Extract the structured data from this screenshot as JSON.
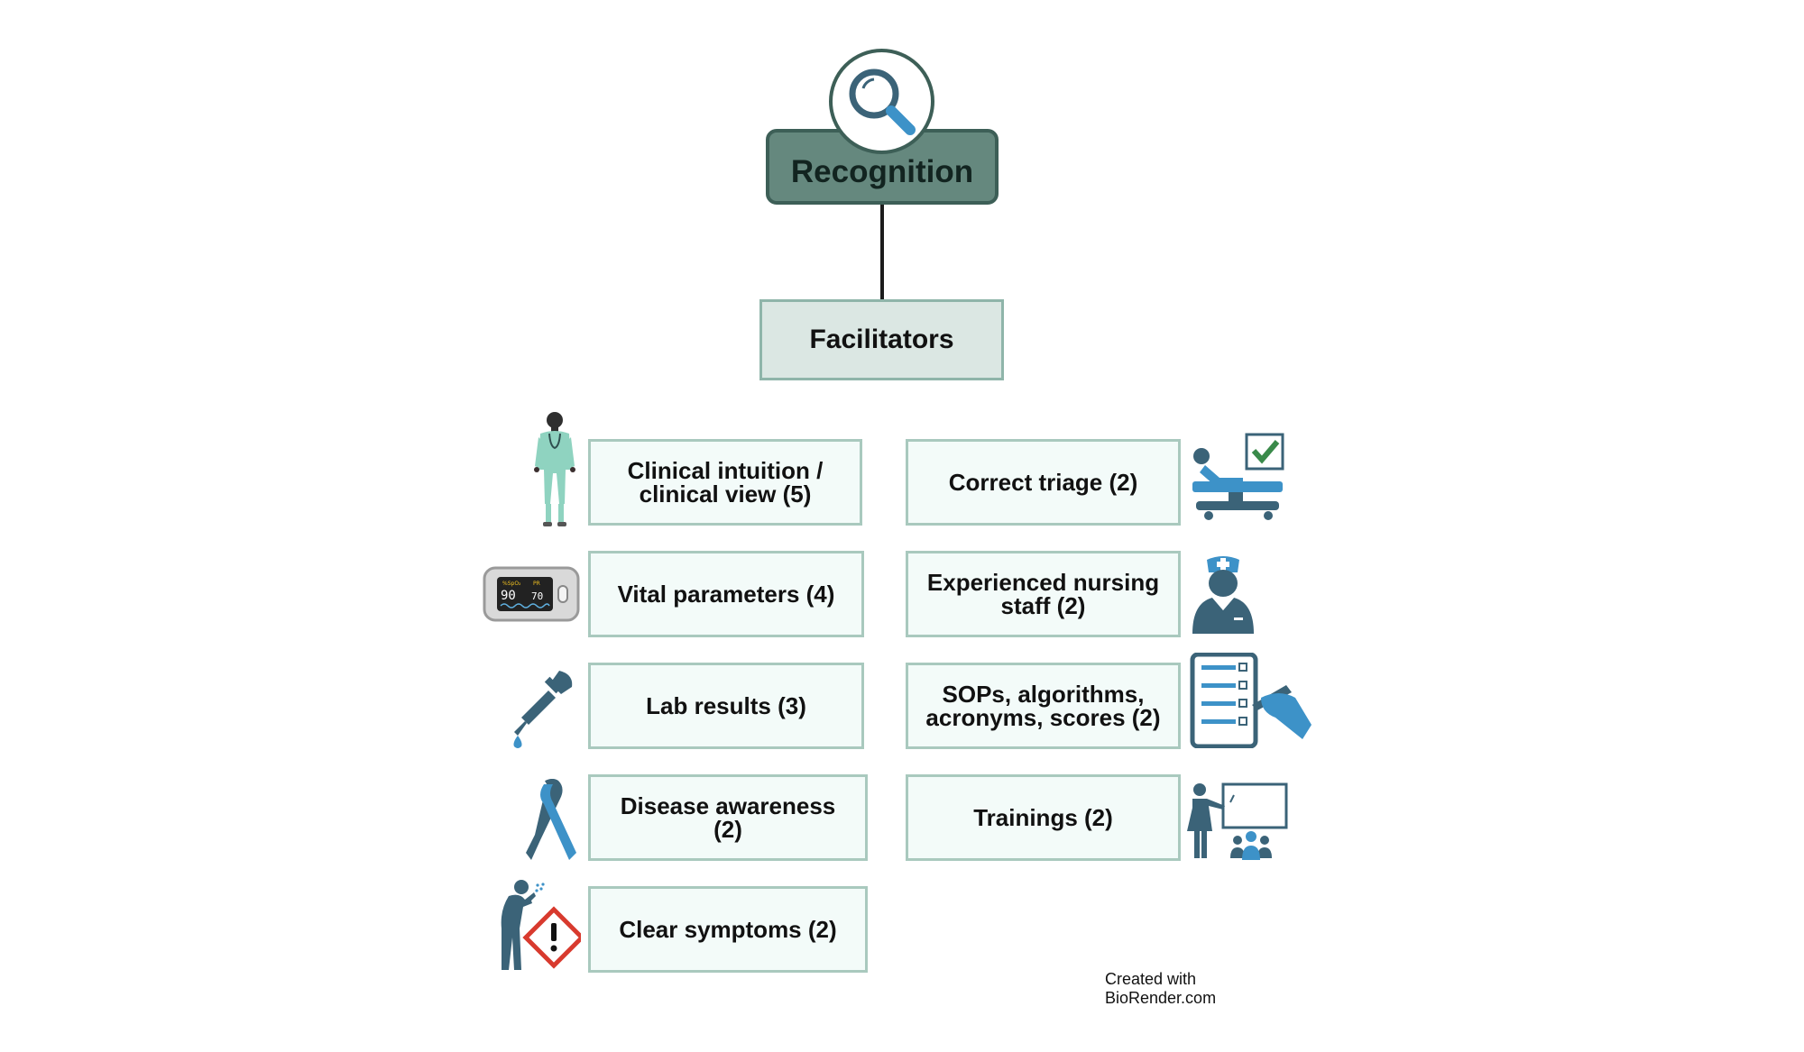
{
  "root": {
    "title": "Recognition",
    "icon": "magnifier-icon"
  },
  "category": {
    "title": "Facilitators"
  },
  "left_items": [
    {
      "label": "Clinical intuition /\nclinical view (5)",
      "icon": "clinician-figure-icon"
    },
    {
      "label": "Vital parameters (4)",
      "icon": "pulse-oximeter-icon"
    },
    {
      "label": "Lab results (3)",
      "icon": "pipette-icon"
    },
    {
      "label": "Disease awareness\n(2)",
      "icon": "awareness-ribbon-icon"
    },
    {
      "label": "Clear symptoms (2)",
      "icon": "coughing-person-hazard-icon"
    }
  ],
  "right_items": [
    {
      "label": "Correct triage (2)",
      "icon": "patient-bed-check-icon"
    },
    {
      "label": "Experienced nursing\nstaff (2)",
      "icon": "nurse-icon"
    },
    {
      "label": "SOPs, algorithms,\nacronyms, scores (2)",
      "icon": "checklist-clipboard-icon"
    },
    {
      "label": "Trainings (2)",
      "icon": "presentation-training-icon"
    }
  ],
  "oximeter": {
    "spo2_label": "%SpO₂",
    "pr_label": "PR",
    "spo2_value": "90",
    "pr_value": "70"
  },
  "credit": {
    "line1": "Created with",
    "line2": "BioRender.com"
  },
  "colors": {
    "root_fill": "#65887e",
    "root_border": "#3d5f57",
    "category_fill": "#dbe7e3",
    "item_fill": "#f3fbf9",
    "item_border": "#a9c9be",
    "icon_dark": "#3b6378",
    "icon_light": "#3d92c8"
  }
}
